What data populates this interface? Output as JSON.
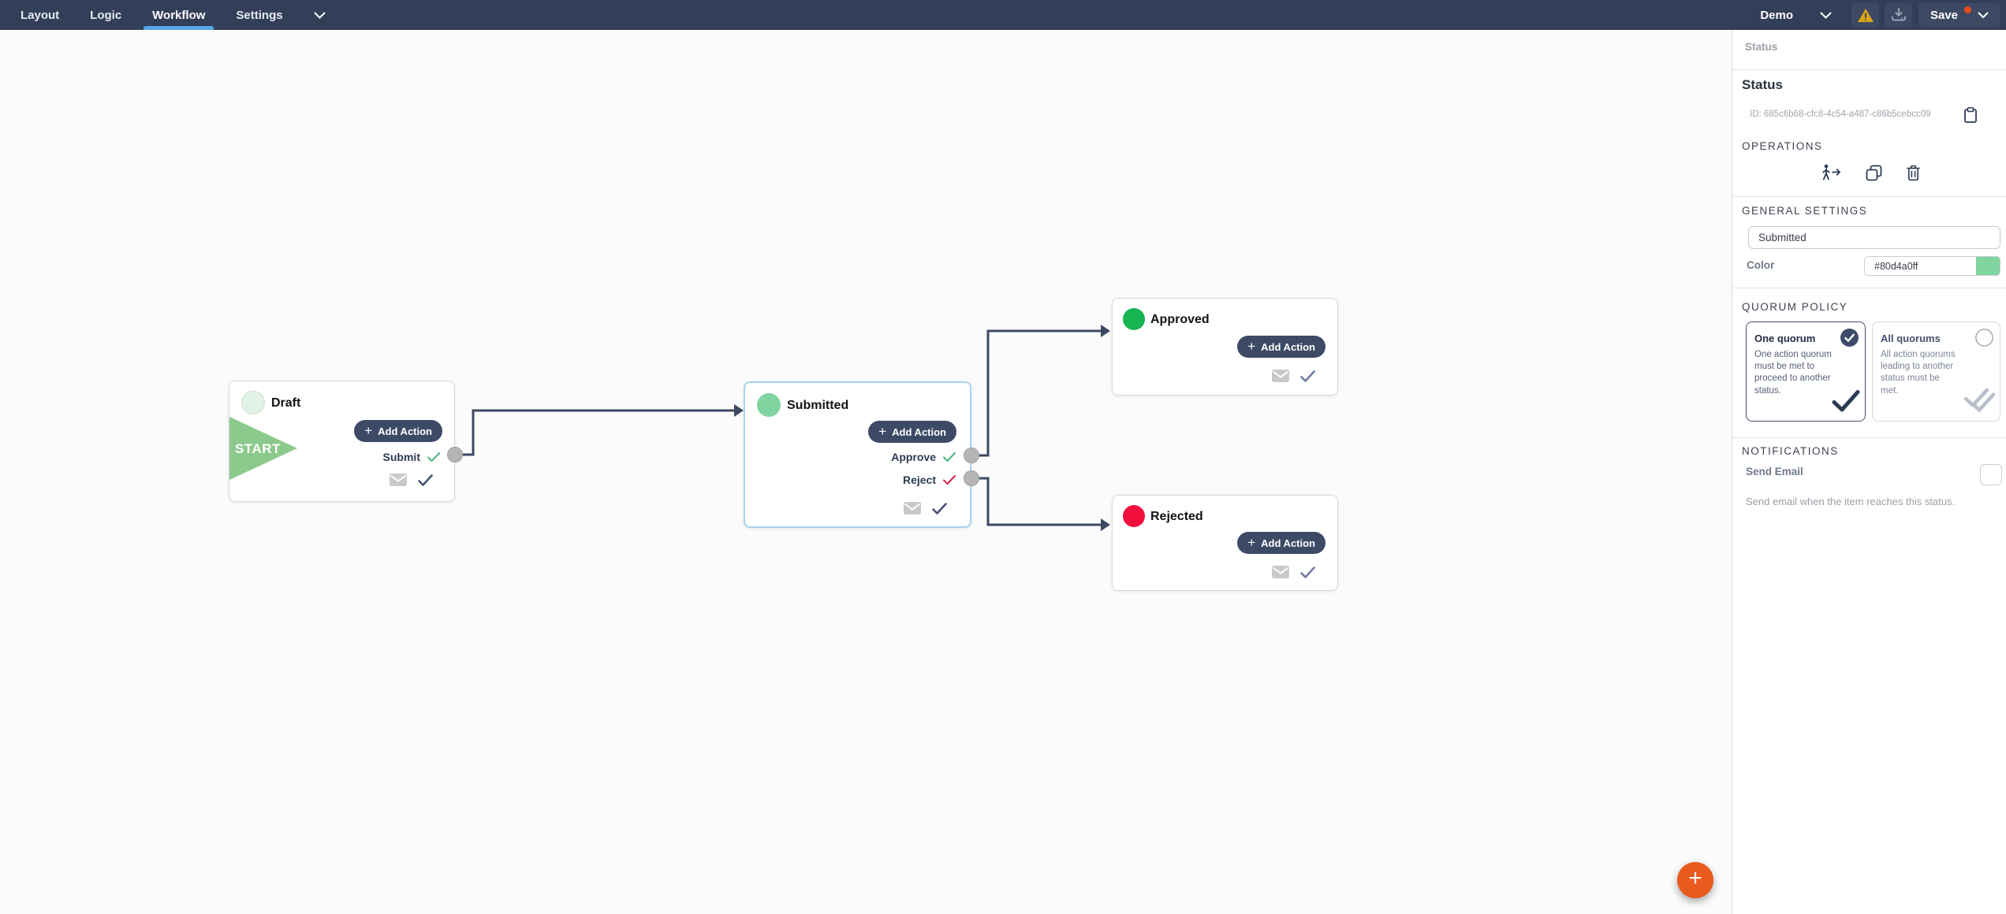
{
  "topbar": {
    "tabs": [
      {
        "label": "Layout",
        "active": false
      },
      {
        "label": "Logic",
        "active": false
      },
      {
        "label": "Workflow",
        "active": true
      },
      {
        "label": "Settings",
        "active": false
      }
    ],
    "project_label": "Demo",
    "save_label": "Save",
    "save_has_unsaved_dot": true
  },
  "canvas": {
    "nodes": [
      {
        "title": "Draft",
        "badge": "START",
        "add_action_label": "Add Action",
        "actions": [
          {
            "label": "Submit",
            "check_color": "#46b97e"
          }
        ],
        "dot_color": "#e2f2e6"
      },
      {
        "title": "Submitted",
        "add_action_label": "Add Action",
        "actions": [
          {
            "label": "Approve",
            "check_color": "#46b97e"
          },
          {
            "label": "Reject",
            "check_color": "#d92645"
          }
        ],
        "dot_color": "#80d4a0",
        "selected": true
      },
      {
        "title": "Approved",
        "add_action_label": "Add Action",
        "actions": [],
        "dot_color": "#17b452"
      },
      {
        "title": "Rejected",
        "add_action_label": "Add Action",
        "actions": [],
        "dot_color": "#f10f3d"
      }
    ],
    "connections": [
      {
        "from": "Draft.Submit",
        "to": "Submitted"
      },
      {
        "from": "Submitted.Approve",
        "to": "Approved"
      },
      {
        "from": "Submitted.Reject",
        "to": "Rejected"
      }
    ]
  },
  "sidebar": {
    "panel_label": "Status",
    "title": "Status",
    "id_text": "ID: 685c6b68-cfc8-4c54-a487-c86b5cebcc09",
    "operations_header": "OPERATIONS",
    "operations_icons": [
      "walk-transition-icon",
      "duplicate-icon",
      "trash-icon"
    ],
    "general_header": "GENERAL SETTINGS",
    "name_value": "Submitted",
    "color_label": "Color",
    "color_value": "#80d4a0ff",
    "quorum_header": "QUORUM POLICY",
    "quorum_options": [
      {
        "title": "One quorum",
        "description": "One action quorum must be met to proceed to another status.",
        "selected": true
      },
      {
        "title": "All quorums",
        "description": "All action quorums leading to another status must be met.",
        "selected": false
      }
    ],
    "notifications_header": "NOTIFICATIONS",
    "send_email_label": "Send Email",
    "send_email_checked": false,
    "send_email_help": "Send email when the item reaches this status."
  },
  "colors": {
    "topbar_bg": "#333e58",
    "topbar_box_bg": "#3d4963",
    "accent_blue": "#57a6e4",
    "warning_yellow": "#d9a514",
    "unsaved_dot": "#e84b1c",
    "start_flag_green": "#8cc98c",
    "add_action_navy": "#3d4a66",
    "selected_node_border": "#a8d4f0",
    "connector_line": "#3c4961",
    "fab_orange": "#e95a1e",
    "status_swatch": "#80d4a0"
  }
}
